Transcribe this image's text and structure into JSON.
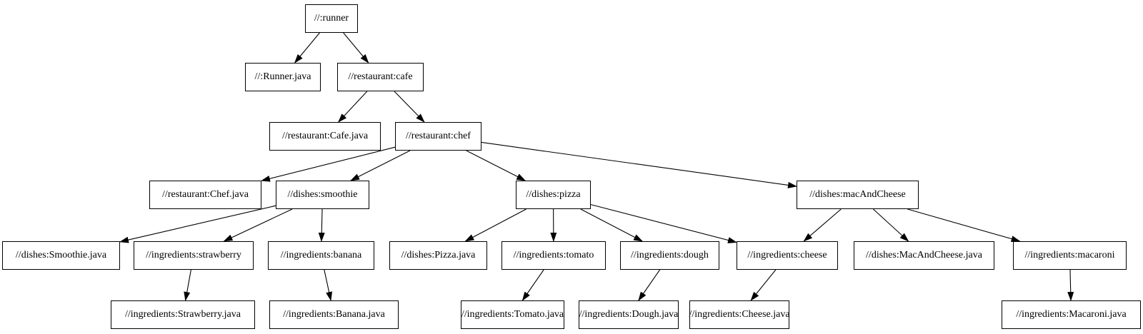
{
  "diagram": {
    "type": "dependency-graph",
    "description": "Build target dependency graph of boxed nodes connected by arrows",
    "background_color": "#ffffff",
    "node_fill_color": "#ffffff",
    "node_border_color": "#000000",
    "edge_color": "#000000",
    "nodes": [
      {
        "id": "runner",
        "label": "//:runner"
      },
      {
        "id": "runner_java",
        "label": "//:Runner.java"
      },
      {
        "id": "cafe",
        "label": "//restaurant:cafe"
      },
      {
        "id": "cafe_java",
        "label": "//restaurant:Cafe.java"
      },
      {
        "id": "chef",
        "label": "//restaurant:chef"
      },
      {
        "id": "chef_java",
        "label": "//restaurant:Chef.java"
      },
      {
        "id": "smoothie",
        "label": "//dishes:smoothie"
      },
      {
        "id": "smoothie_java",
        "label": "//dishes:Smoothie.java"
      },
      {
        "id": "strawberry",
        "label": "//ingredients:strawberry"
      },
      {
        "id": "strawberry_java",
        "label": "//ingredients:Strawberry.java"
      },
      {
        "id": "banana",
        "label": "//ingredients:banana"
      },
      {
        "id": "banana_java",
        "label": "//ingredients:Banana.java"
      },
      {
        "id": "pizza",
        "label": "//dishes:pizza"
      },
      {
        "id": "pizza_java",
        "label": "//dishes:Pizza.java"
      },
      {
        "id": "tomato",
        "label": "//ingredients:tomato"
      },
      {
        "id": "tomato_java",
        "label": "//ingredients:Tomato.java"
      },
      {
        "id": "dough",
        "label": "//ingredients:dough"
      },
      {
        "id": "dough_java",
        "label": "//ingredients:Dough.java"
      },
      {
        "id": "cheese",
        "label": "//ingredients:cheese"
      },
      {
        "id": "cheese_java",
        "label": "//ingredients:Cheese.java"
      },
      {
        "id": "mac_and_cheese",
        "label": "//dishes:macAndCheese"
      },
      {
        "id": "mac_and_cheese_java",
        "label": "//dishes:MacAndCheese.java"
      },
      {
        "id": "macaroni",
        "label": "//ingredients:macaroni"
      },
      {
        "id": "macaroni_java",
        "label": "//ingredients:Macaroni.java"
      }
    ],
    "edges": [
      {
        "from": "runner",
        "to": "runner_java"
      },
      {
        "from": "runner",
        "to": "cafe"
      },
      {
        "from": "cafe",
        "to": "cafe_java"
      },
      {
        "from": "cafe",
        "to": "chef"
      },
      {
        "from": "chef",
        "to": "chef_java"
      },
      {
        "from": "chef",
        "to": "smoothie"
      },
      {
        "from": "chef",
        "to": "pizza"
      },
      {
        "from": "chef",
        "to": "mac_and_cheese"
      },
      {
        "from": "smoothie",
        "to": "smoothie_java"
      },
      {
        "from": "smoothie",
        "to": "strawberry"
      },
      {
        "from": "smoothie",
        "to": "banana"
      },
      {
        "from": "pizza",
        "to": "pizza_java"
      },
      {
        "from": "pizza",
        "to": "tomato"
      },
      {
        "from": "pizza",
        "to": "dough"
      },
      {
        "from": "pizza",
        "to": "cheese"
      },
      {
        "from": "mac_and_cheese",
        "to": "cheese"
      },
      {
        "from": "mac_and_cheese",
        "to": "mac_and_cheese_java"
      },
      {
        "from": "mac_and_cheese",
        "to": "macaroni"
      },
      {
        "from": "strawberry",
        "to": "strawberry_java"
      },
      {
        "from": "banana",
        "to": "banana_java"
      },
      {
        "from": "tomato",
        "to": "tomato_java"
      },
      {
        "from": "dough",
        "to": "dough_java"
      },
      {
        "from": "cheese",
        "to": "cheese_java"
      },
      {
        "from": "macaroni",
        "to": "macaroni_java"
      }
    ]
  }
}
